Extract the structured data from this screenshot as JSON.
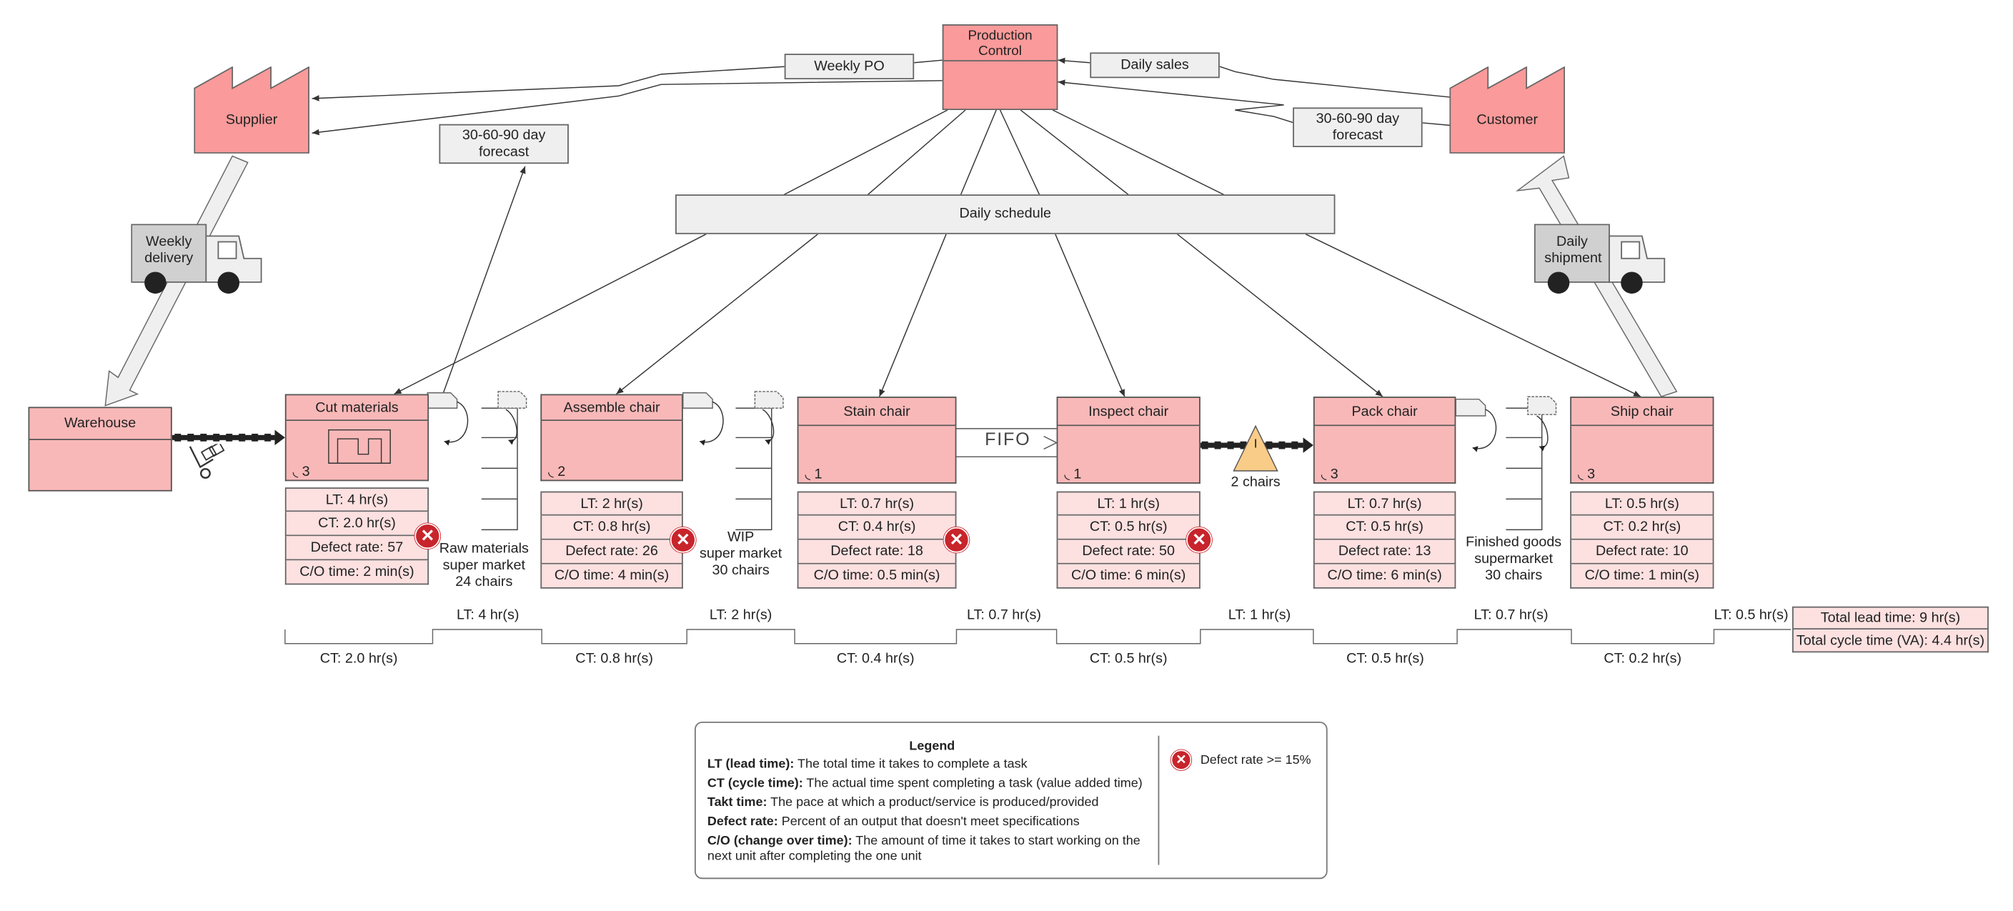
{
  "production_control": "Production Control",
  "weekly_po": "Weekly PO",
  "daily_sales": "Daily sales",
  "supplier": "Supplier",
  "customer": "Customer",
  "forecast_left": "30-60-90 day forecast",
  "forecast_right": "30-60-90 day forecast",
  "daily_schedule": "Daily schedule",
  "weekly_delivery": "Weekly delivery",
  "daily_shipment": "Daily shipment",
  "warehouse": "Warehouse",
  "fifo": "FIFO",
  "inventory_label": "2 chairs",
  "inventory_symbol": "I",
  "processes": [
    {
      "name": "Cut materials",
      "operators": "3",
      "lt": "LT: 4 hr(s)",
      "ct": "CT: 2.0 hr(s)",
      "defect": "Defect rate: 57",
      "co": "C/O time: 2 min(s)"
    },
    {
      "name": "Assemble chair",
      "operators": "2",
      "lt": "LT: 2 hr(s)",
      "ct": "CT: 0.8 hr(s)",
      "defect": "Defect rate: 26",
      "co": "C/O time: 4 min(s)"
    },
    {
      "name": "Stain chair",
      "operators": "1",
      "lt": "LT: 0.7 hr(s)",
      "ct": "CT: 0.4 hr(s)",
      "defect": "Defect rate: 18",
      "co": "C/O time: 0.5 min(s)"
    },
    {
      "name": "Inspect chair",
      "operators": "1",
      "lt": "LT: 1 hr(s)",
      "ct": "CT: 0.5 hr(s)",
      "defect": "Defect rate: 50",
      "co": "C/O time: 6 min(s)"
    },
    {
      "name": "Pack chair",
      "operators": "3",
      "lt": "LT: 0.7 hr(s)",
      "ct": "CT: 0.5 hr(s)",
      "defect": "Defect rate: 13",
      "co": "C/O time: 6 min(s)"
    },
    {
      "name": "Ship chair",
      "operators": "3",
      "lt": "LT: 0.5 hr(s)",
      "ct": "CT: 0.2 hr(s)",
      "defect": "Defect rate: 10",
      "co": "C/O time: 1 min(s)"
    }
  ],
  "supermarkets": {
    "raw": [
      "Raw materials",
      "super market",
      "24 chairs"
    ],
    "wip": [
      "WIP",
      "super market",
      "30 chairs"
    ],
    "finished": [
      "Finished goods",
      "supermarket",
      "30 chairs"
    ]
  },
  "timeline": {
    "lt": [
      "LT: 4 hr(s)",
      "LT: 2 hr(s)",
      "LT: 0.7 hr(s)",
      "LT: 1 hr(s)",
      "LT: 0.7 hr(s)",
      "LT: 0.5 hr(s)"
    ],
    "ct": [
      "CT: 2.0 hr(s)",
      "CT: 0.8 hr(s)",
      "CT: 0.4 hr(s)",
      "CT: 0.5 hr(s)",
      "CT: 0.5 hr(s)",
      "CT: 0.2 hr(s)"
    ],
    "total_lead": "Total lead time: 9 hr(s)",
    "total_cycle": "Total cycle time (VA): 4.4 hr(s)"
  },
  "legend": {
    "title": "Legend",
    "items": [
      {
        "term": "LT (lead time):",
        "desc": " The total time it takes to complete a task"
      },
      {
        "term": "CT (cycle time):",
        "desc": " The actual time spent completing a task (value added time)"
      },
      {
        "term": "Takt time:",
        "desc": " The pace at which a product/service is produced/provided"
      },
      {
        "term": "Defect rate:",
        "desc": " Percent of an output that doesn't meet specifications"
      },
      {
        "term": "C/O (change over time):",
        "desc": " The amount of time it takes to start working on the next unit after completing the one unit"
      }
    ],
    "defect_note": "Defect rate >= 15%"
  },
  "colors": {
    "process": "#f9b8b8",
    "stat": "#fde0e0",
    "grey": "#efefef",
    "defect": "#c8242b",
    "inventory": "#f9cc88"
  }
}
